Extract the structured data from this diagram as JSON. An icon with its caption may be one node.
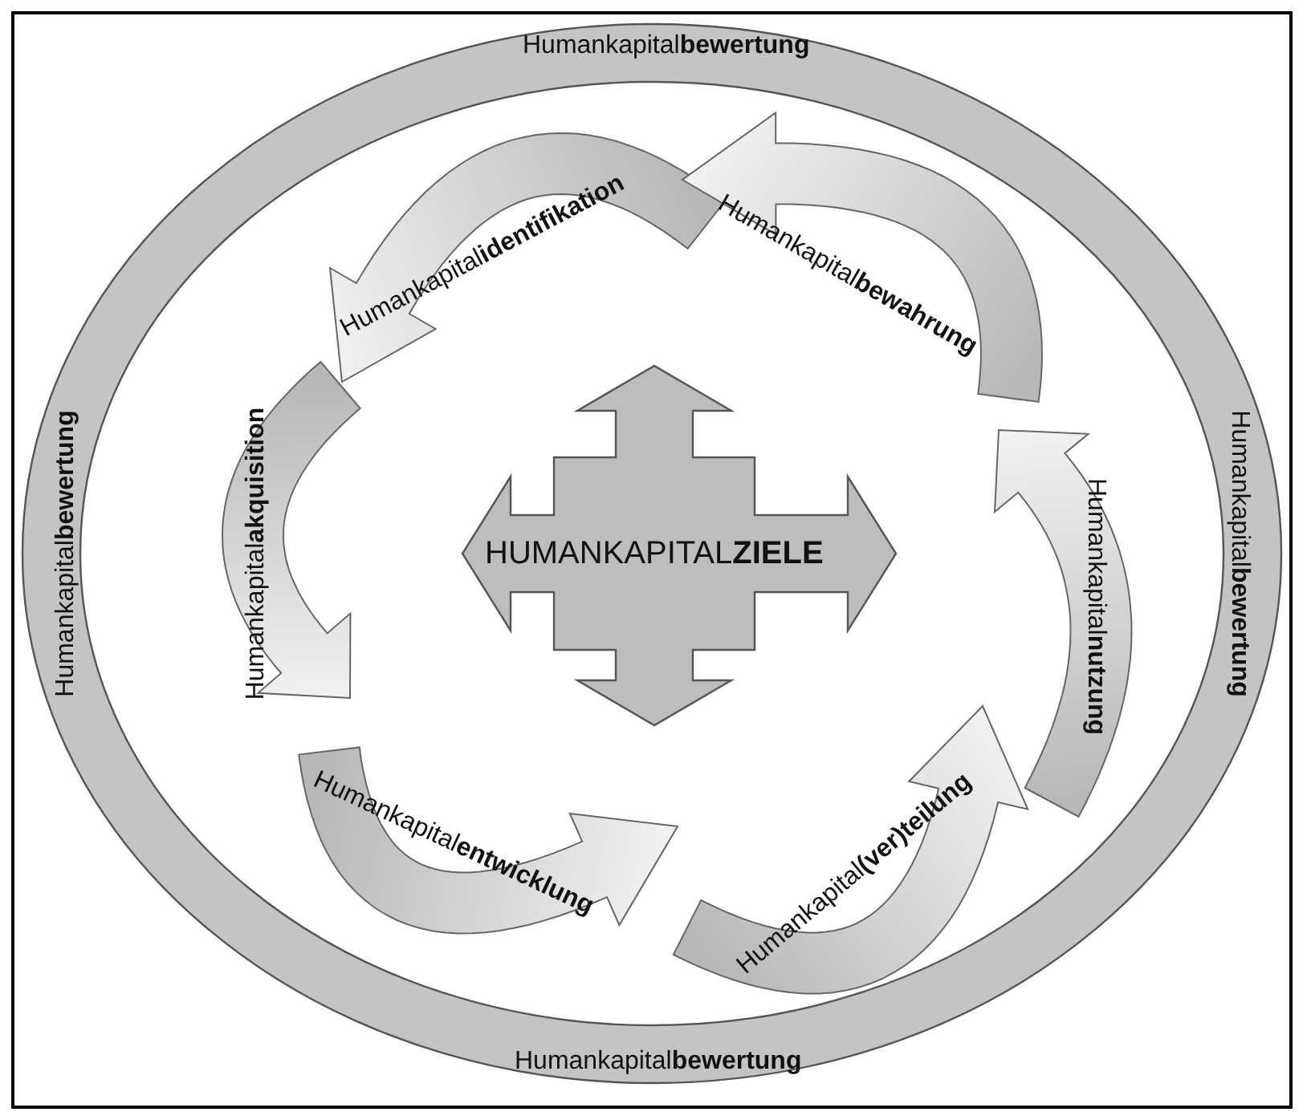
{
  "diagram": {
    "nodes": [
      {
        "text": [
          "Humankapital**bewertung**",
          "Humankapital**bewertung**",
          "Humankapital**bewertung**",
          "Humankapital**bewertung**"
        ]
      },
      {
        "text": [
          "HUMANKAPITAL**ZIELE**"
        ],
        "in": 0
      },
      {
        "text": [
          "Humankapital**identifikation**"
        ],
        "in": 0
      },
      {
        "text": [
          "Humankapital**bewahrung**"
        ],
        "in": 0
      },
      {
        "text": [
          "Humankapital**akquisition**"
        ],
        "in": 0
      },
      {
        "text": [
          "Humankapital**nutzung**"
        ],
        "in": 0
      },
      {
        "text": [
          "Humankapital**entwicklung**"
        ],
        "in": 0
      },
      {
        "text": [
          "Humankapital**(ver)teilung**"
        ],
        "in": 0
      }
    ]
  }
}
